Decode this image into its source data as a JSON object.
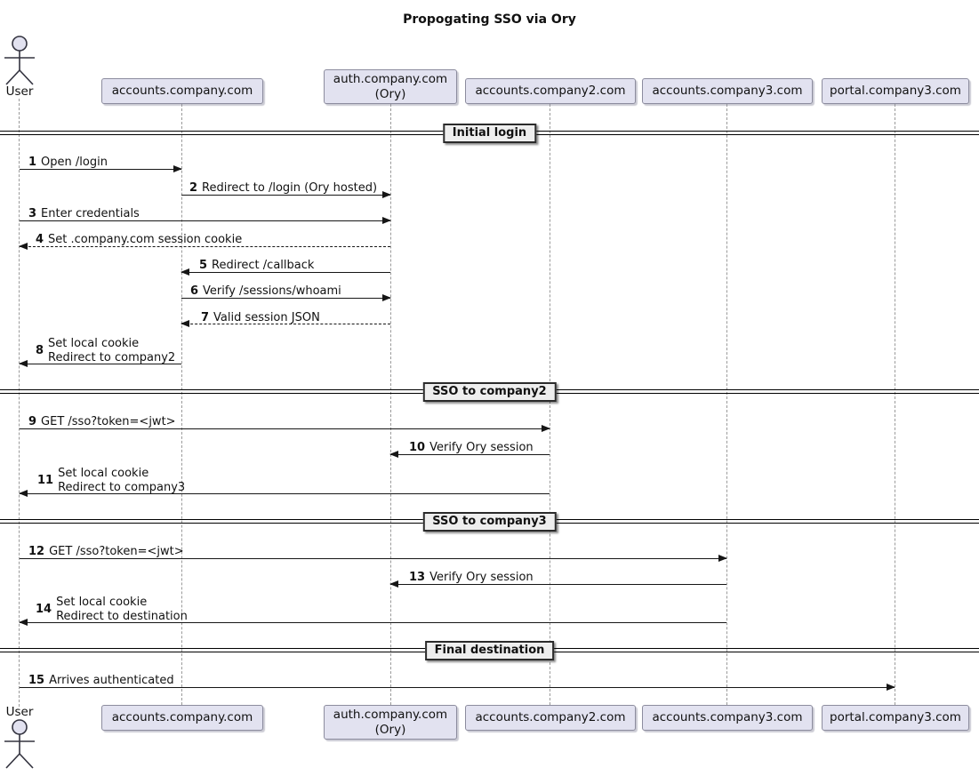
{
  "diagram": {
    "title": "Propogating SSO via Ory"
  },
  "actor": {
    "label": "User"
  },
  "participants": [
    {
      "label": "accounts.company.com"
    },
    {
      "label": "auth.company.com\n(Ory)"
    },
    {
      "label": "accounts.company2.com"
    },
    {
      "label": "accounts.company3.com"
    },
    {
      "label": "portal.company3.com"
    }
  ],
  "dividers": [
    {
      "label": "Initial login"
    },
    {
      "label": "SSO to company2"
    },
    {
      "label": "SSO to company3"
    },
    {
      "label": "Final destination"
    }
  ],
  "messages": [
    {
      "num": "1",
      "text": "Open /login"
    },
    {
      "num": "2",
      "text": "Redirect to /login (Ory hosted)"
    },
    {
      "num": "3",
      "text": "Enter credentials"
    },
    {
      "num": "4",
      "text": "Set .company.com session cookie"
    },
    {
      "num": "5",
      "text": "Redirect /callback"
    },
    {
      "num": "6",
      "text": "Verify /sessions/whoami"
    },
    {
      "num": "7",
      "text": "Valid session JSON"
    },
    {
      "num": "8",
      "text": "Set local cookie\nRedirect to company2"
    },
    {
      "num": "9",
      "text": "GET /sso?token=<jwt>"
    },
    {
      "num": "10",
      "text": "Verify Ory session"
    },
    {
      "num": "11",
      "text": "Set local cookie\nRedirect to company3"
    },
    {
      "num": "12",
      "text": "GET /sso?token=<jwt>"
    },
    {
      "num": "13",
      "text": "Verify Ory session"
    },
    {
      "num": "14",
      "text": "Set local cookie\nRedirect to destination"
    },
    {
      "num": "15",
      "text": "Arrives authenticated"
    }
  ],
  "colors": {
    "participant_fill": "#E2E2F0",
    "participant_border": "#8C8C9E",
    "divider_fill": "#EEEEEE",
    "line": "#161616",
    "lifeline": "#9A9A9A",
    "background": "#FFFFFF"
  }
}
